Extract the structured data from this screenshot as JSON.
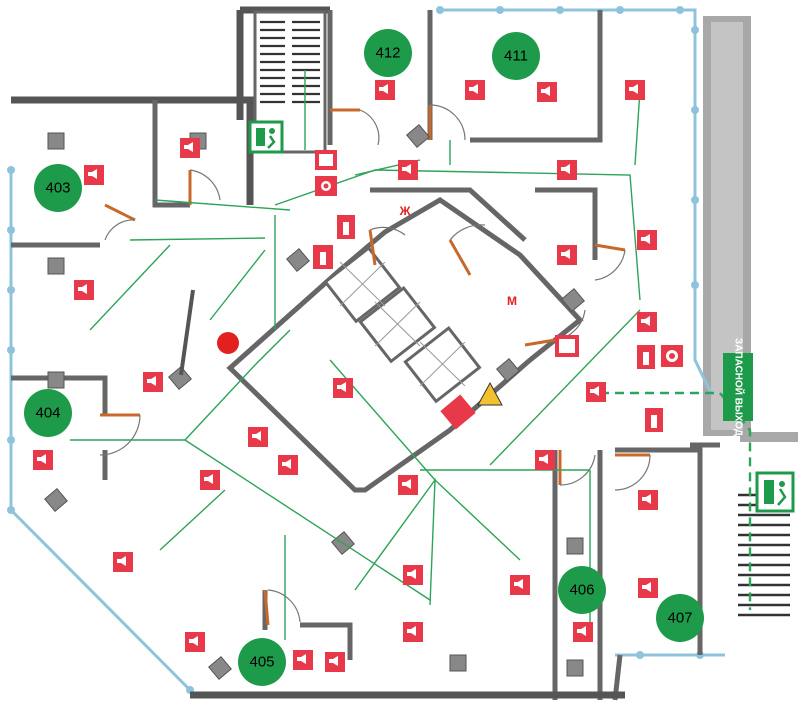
{
  "floor_plan": {
    "title": "Evacuation plan — 4th floor",
    "rooms": [
      {
        "id": "room-403",
        "label": "403"
      },
      {
        "id": "room-404",
        "label": "404"
      },
      {
        "id": "room-405",
        "label": "405"
      },
      {
        "id": "room-406",
        "label": "406"
      },
      {
        "id": "room-407",
        "label": "407"
      },
      {
        "id": "room-411",
        "label": "411"
      },
      {
        "id": "room-412",
        "label": "412"
      }
    ],
    "emergency_exit_sign": "ЗАПАСНОЙ ВЫХОД",
    "elevator_mark": "М",
    "stair_mark": "Ж",
    "colors": {
      "room_badge": "#1e9a4b",
      "route": "#2ea35a",
      "alarm": "#e8394a",
      "wall": "#555555",
      "glass": "#8fc3dc",
      "you_are_here": "#e32020"
    },
    "legend_icons": [
      "alarm-speaker-icon",
      "fire-extinguisher-icon",
      "fire-hose-icon",
      "manual-call-point-icon",
      "emergency-exit-icon",
      "electric-hazard-icon",
      "first-aid-icon"
    ]
  }
}
